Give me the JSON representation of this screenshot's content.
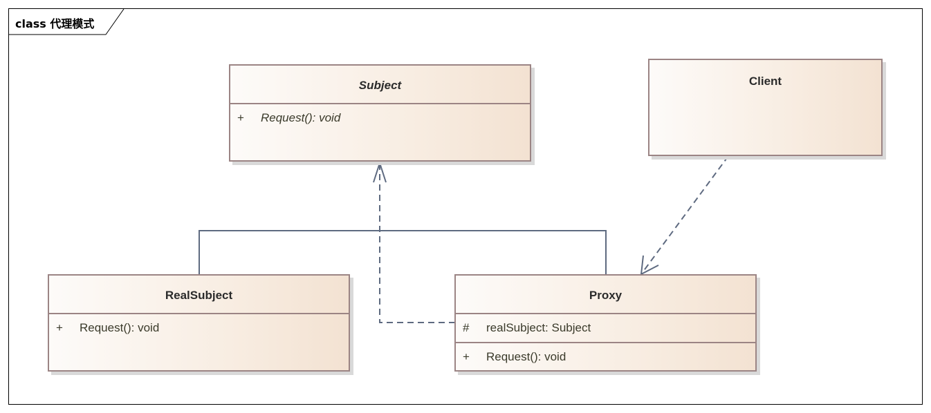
{
  "diagram": {
    "frame_label": "class 代理模式",
    "classes": {
      "subject": {
        "name": "Subject",
        "members": [
          {
            "visibility": "+",
            "signature": "Request(): void"
          }
        ]
      },
      "client": {
        "name": "Client"
      },
      "real_subject": {
        "name": "RealSubject",
        "members": [
          {
            "visibility": "+",
            "signature": "Request(): void"
          }
        ]
      },
      "proxy": {
        "name": "Proxy",
        "attributes": [
          {
            "visibility": "#",
            "signature": "realSubject: Subject"
          }
        ],
        "operations": [
          {
            "visibility": "+",
            "signature": "Request(): void"
          }
        ]
      }
    },
    "colors": {
      "line": "#5e6a80",
      "border": "#9b8484",
      "fill_start": "#fdfbf9",
      "fill_end": "#f3e2d2"
    }
  }
}
